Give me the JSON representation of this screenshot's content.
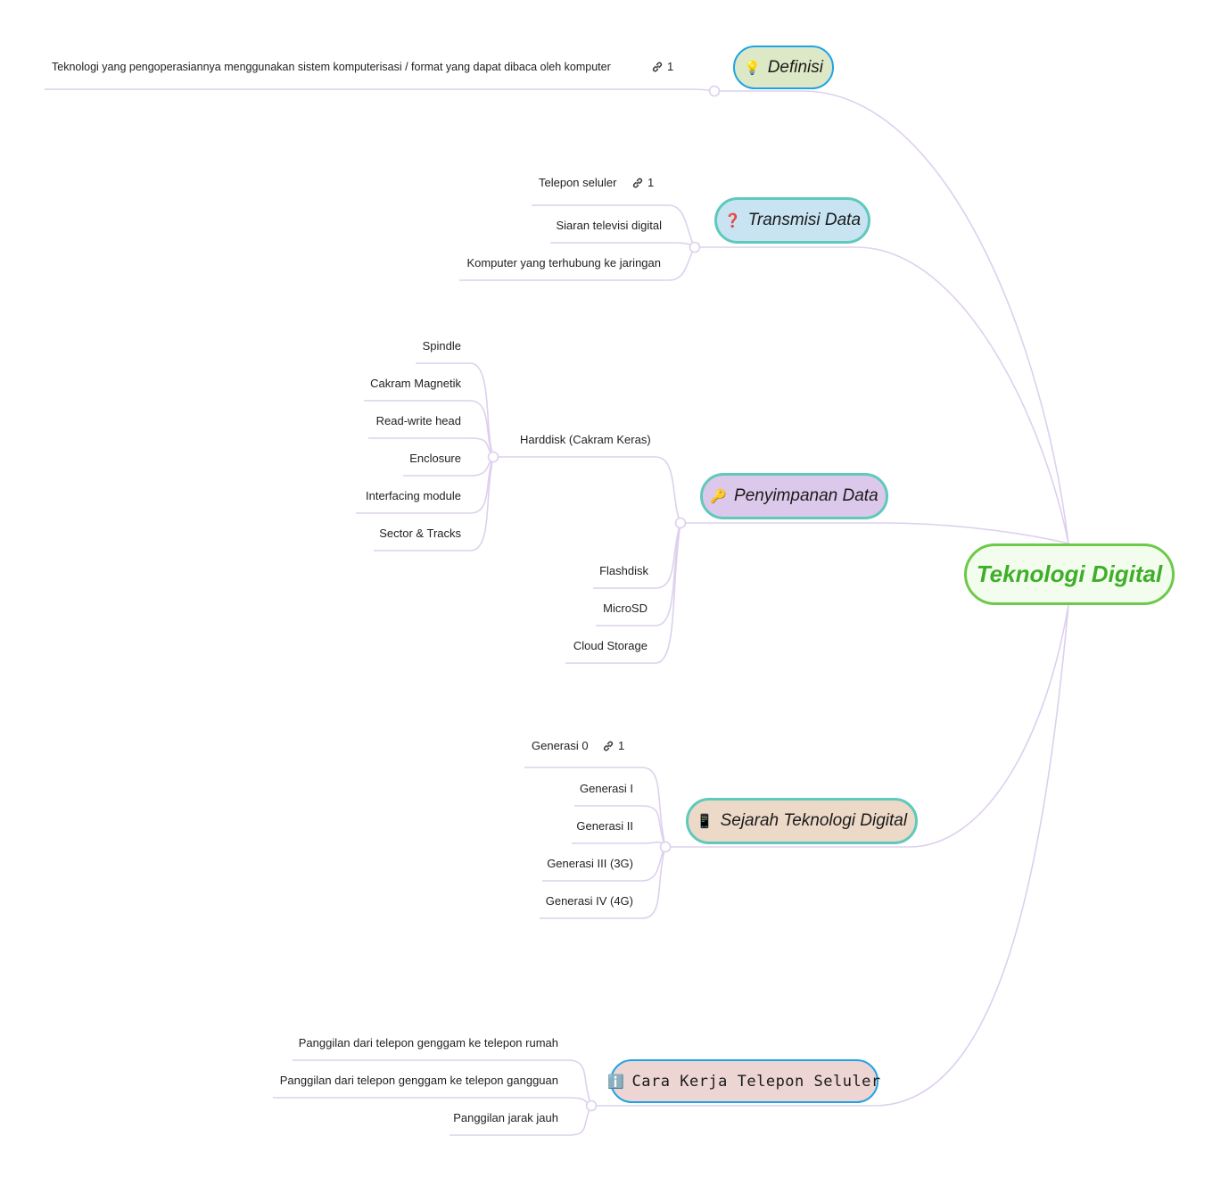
{
  "root": {
    "label": "Teknologi Digital"
  },
  "topics": {
    "definisi": {
      "emoji": "💡",
      "label": "Definisi"
    },
    "transmisi": {
      "emoji": "❓",
      "label": "Transmisi Data"
    },
    "penyimpanan": {
      "emoji": "🔑",
      "label": "Penyimpanan Data"
    },
    "sejarah": {
      "emoji": "📱",
      "label": "Sejarah Teknologi Digital"
    },
    "cara": {
      "emoji": "ℹ️",
      "label": "Cara Kerja Telepon Seluler"
    }
  },
  "definisi_items": [
    {
      "label": "Teknologi yang pengoperasiannya menggunakan sistem komputerisasi / format yang dapat dibaca oleh komputer",
      "link_count": "1"
    }
  ],
  "transmisi_items": [
    {
      "label": "Telepon seluler",
      "link_count": "1"
    },
    {
      "label": "Siaran televisi digital"
    },
    {
      "label": "Komputer yang terhubung ke jaringan"
    }
  ],
  "penyimpanan_items": {
    "harddisk": {
      "label": "Harddisk (Cakram Keras)",
      "children": [
        "Spindle",
        "Cakram Magnetik",
        "Read-write head",
        "Enclosure",
        "Interfacing module",
        "Sector & Tracks"
      ]
    },
    "others": [
      "Flashdisk",
      "MicroSD",
      "Cloud Storage"
    ]
  },
  "sejarah_items": [
    {
      "label": "Generasi 0",
      "link_count": "1"
    },
    {
      "label": "Generasi I"
    },
    {
      "label": "Generasi II"
    },
    {
      "label": "Generasi III (3G)"
    },
    {
      "label": "Generasi IV (4G)"
    }
  ],
  "cara_items": [
    "Panggilan dari telepon genggam ke telepon rumah",
    "Panggilan dari telepon genggam ke telepon gangguan",
    "Panggilan jarak jauh"
  ],
  "colors": {
    "connector": "#ddd0ee",
    "root_border": "#6cc94a",
    "definisi_fill": "#dde8c6",
    "definisi_border": "#1ea3e8",
    "transmisi_fill": "#c8e3f1",
    "transmisi_border": "#5fc9bb",
    "penyimpanan_fill": "#dcc8eb",
    "penyimpanan_border": "#5fc9bb",
    "sejarah_fill": "#ecd9c8",
    "sejarah_border": "#5fc9bb",
    "cara_fill": "#ecd5d2",
    "cara_border": "#1ea3e8"
  }
}
